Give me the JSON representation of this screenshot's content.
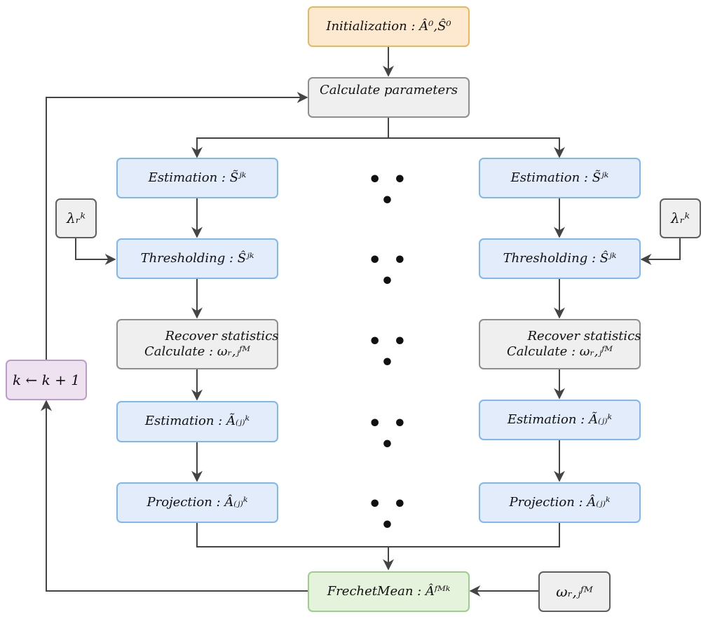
{
  "init": "Initialization : Â⁰,Ŝ⁰",
  "calc": "Calculate parameters",
  "left": {
    "estimation_s": "Estimation : S̃ʲᵏ",
    "thresholding": "Thresholding : Ŝʲᵏ",
    "recover": "Recover statistics",
    "calculate": "Calculate : ωᵣ,ⱼᶠᴹ",
    "estimation_a": "Estimation : Ã₍ⱼ₎ᵏ",
    "projection": "Projection : Â₍ⱼ₎ᵏ"
  },
  "right": {
    "estimation_s": "Estimation : S̃ʲᵏ",
    "thresholding": "Thresholding : Ŝʲᵏ",
    "recover": "Recover statistics",
    "calculate": "Calculate : ωᵣ,ⱼᶠᴹ",
    "estimation_a": "Estimation : Ã₍ⱼ₎ᵏ",
    "projection": "Projection : Â₍ⱼ₎ᵏ"
  },
  "lambda_left": "λᵣᵏ",
  "lambda_right": "λᵣᵏ",
  "omega": "ωᵣ,ⱼᶠᴹ",
  "counter": "k ← k + 1",
  "frechet": "FrechetMean : Âᶠᴹᵏ",
  "ellipsis": "• • •",
  "colors": {
    "orange": "#e8b85a",
    "gray": "#8e8e8e",
    "blue": "#7fb8ee",
    "green": "#9bcf8a",
    "purple": "#bb9ccb",
    "edge": "#444444"
  }
}
